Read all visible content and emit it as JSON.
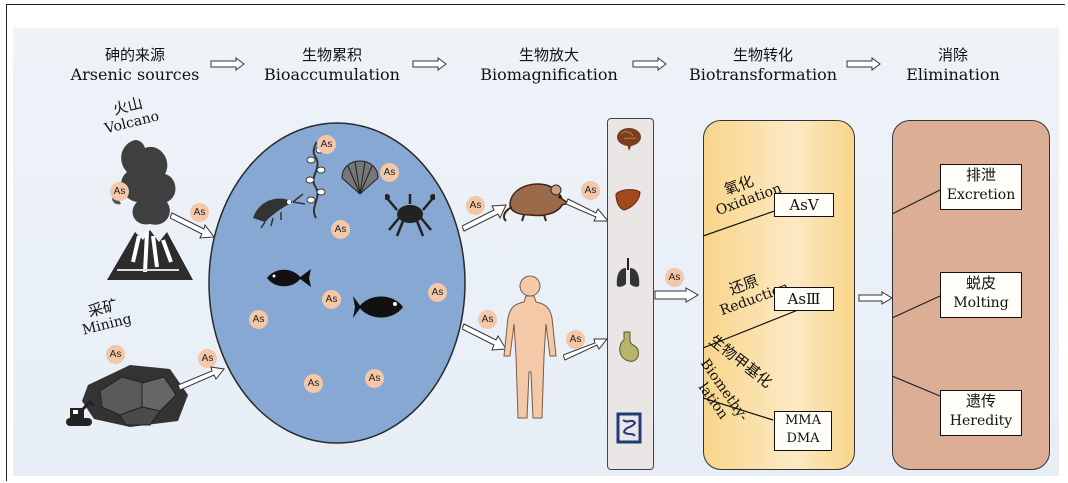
{
  "stages": [
    {
      "zh": "砷的来源",
      "en": "Arsenic sources"
    },
    {
      "zh": "生物累积",
      "en": "Bioaccumulation"
    },
    {
      "zh": "生物放大",
      "en": "Biomagnification"
    },
    {
      "zh": "生物转化",
      "en": "Biotransformation"
    },
    {
      "zh": "消除",
      "en": "Elimination"
    }
  ],
  "sources": {
    "volcano": {
      "zh": "火山",
      "en": "Volcano"
    },
    "mining": {
      "zh": "采矿",
      "en": "Mining"
    }
  },
  "as_label": "As",
  "biotransformation": {
    "oxidation": {
      "zh": "氧化",
      "en": "Oxidation",
      "product": "AsⅤ"
    },
    "reduction": {
      "zh": "还原",
      "en": "Reduction",
      "product": "AsⅢ"
    },
    "biomethylation": {
      "zh": "生物甲基化",
      "en_line1": "Biomethy-",
      "en_line2": "lation",
      "product_line1": "MMA",
      "product_line2": "DMA"
    }
  },
  "elimination": [
    {
      "zh": "排泄",
      "en": "Excretion"
    },
    {
      "zh": "蜕皮",
      "en": "Molting"
    },
    {
      "zh": "遗传",
      "en": "Heredity"
    }
  ],
  "organs": [
    "brain-icon",
    "liver-icon",
    "lungs-icon",
    "stomach-icon",
    "intestine-icon"
  ],
  "colors": {
    "pond": "#86a8d2",
    "as_marker": "#f3c7a8",
    "biotransformation_panel": "#f8d58a",
    "elimination_panel": "#dcae96",
    "organ_panel": "#eae6e6",
    "rat": "#9a6a4a",
    "human": "#f4c9a8"
  }
}
